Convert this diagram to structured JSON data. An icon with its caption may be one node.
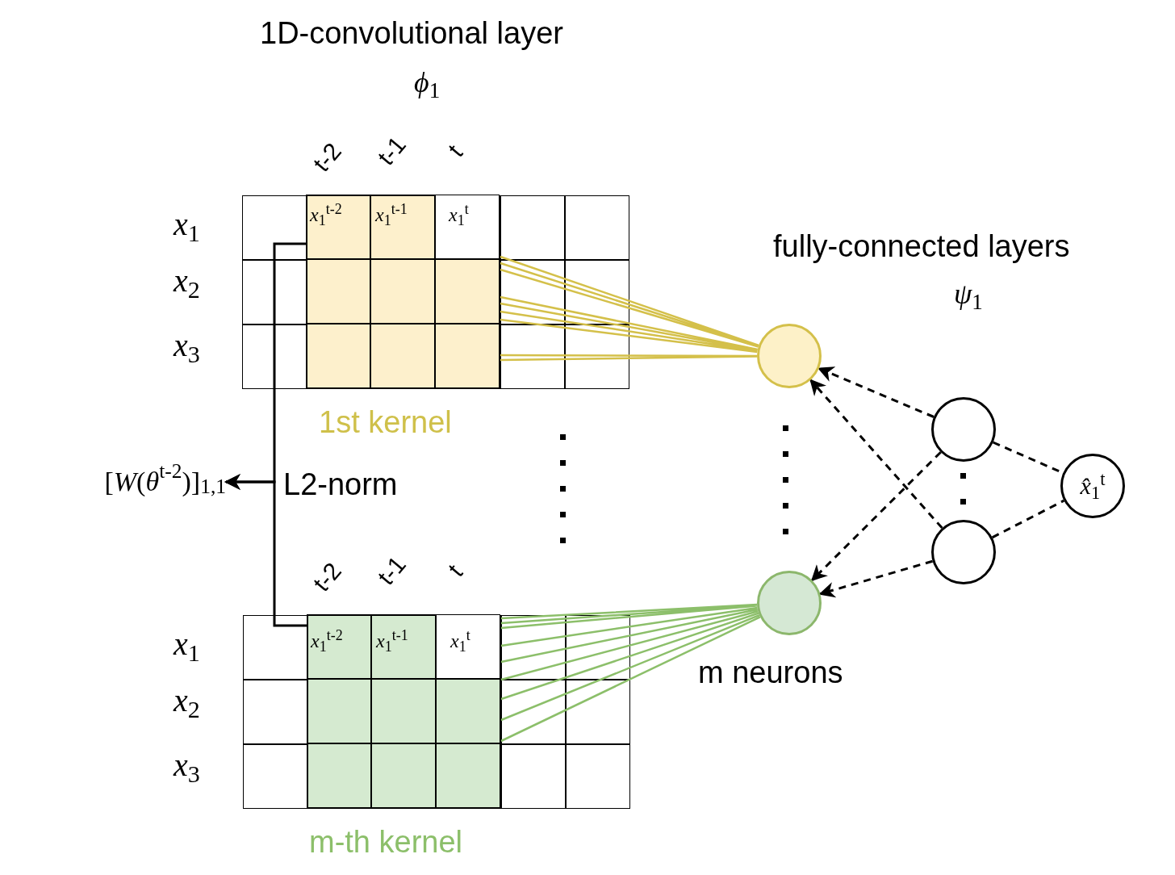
{
  "diagram": {
    "nodes": [
      {
        "text": [],
        "shape": "box",
        "beside": [
          "1st kernel"
        ]
      },
      {
        "text": [],
        "shape": "box",
        "in": 0
      },
      {
        "text": [],
        "shape": "box",
        "beside": [
          "m-th kernel"
        ]
      },
      {
        "text": [],
        "shape": "box",
        "in": 2
      },
      {
        "text": [],
        "shape": "circle"
      },
      {
        "text": [],
        "shape": "circle",
        "beside": [
          "m neurons"
        ]
      },
      {
        "text": [],
        "shape": "circle"
      },
      {
        "text": [],
        "shape": "circle"
      },
      {
        "text": [
          "*x̂*$_{1}$$^{t}$"
        ]
      },
      {
        "text": [
          "[*W*(*θ*$^{t-2}$)]$_{1,1}$"
        ]
      }
    ],
    "edges": [
      {
        "from": 1,
        "to": 9,
        "arrow": "to",
        "label": "L2-norm"
      },
      {
        "from": 3,
        "to": 9,
        "arrow": "to"
      },
      {
        "from": 1,
        "to": 4,
        "arrow": "none",
        "color": "#d4c04a"
      },
      {
        "from": 3,
        "to": 5,
        "arrow": "none",
        "color": "#8cbf6a"
      },
      {
        "from": 6,
        "to": 4,
        "arrow": "to",
        "style": "dashed"
      },
      {
        "from": 7,
        "to": 4,
        "arrow": "to",
        "style": "dashed"
      },
      {
        "from": 6,
        "to": 5,
        "arrow": "to",
        "style": "dashed"
      },
      {
        "from": 7,
        "to": 5,
        "arrow": "to",
        "style": "dashed"
      },
      {
        "from": 6,
        "to": 8,
        "arrow": "none",
        "style": "dashed"
      },
      {
        "from": 7,
        "to": 8,
        "arrow": "none",
        "style": "dashed"
      }
    ],
    "labels": [
      "1D-convolutional layer",
      "*ϕ*$_{1}$",
      "t-2",
      "t-1",
      "t",
      "*x*$_{1}$",
      "*x*$_{1}$$^{t-2}$",
      "*x*$_{1}$$^{t-1}$",
      "*x*$_{1}$$^{t}$",
      "*x*$_{2}$",
      "*x*$_{3}$",
      "fully-connected layers",
      "*ψ*$_{1}$",
      "t-2",
      "t-1",
      "t",
      "*x*$_{1}$",
      "*x*$_{1}$$^{t-2}$",
      "*x*$_{1}$$^{t-1}$",
      "*x*$_{1}$$^{t}$",
      "*x*$_{2}$",
      "*x*$_{3}$"
    ]
  }
}
